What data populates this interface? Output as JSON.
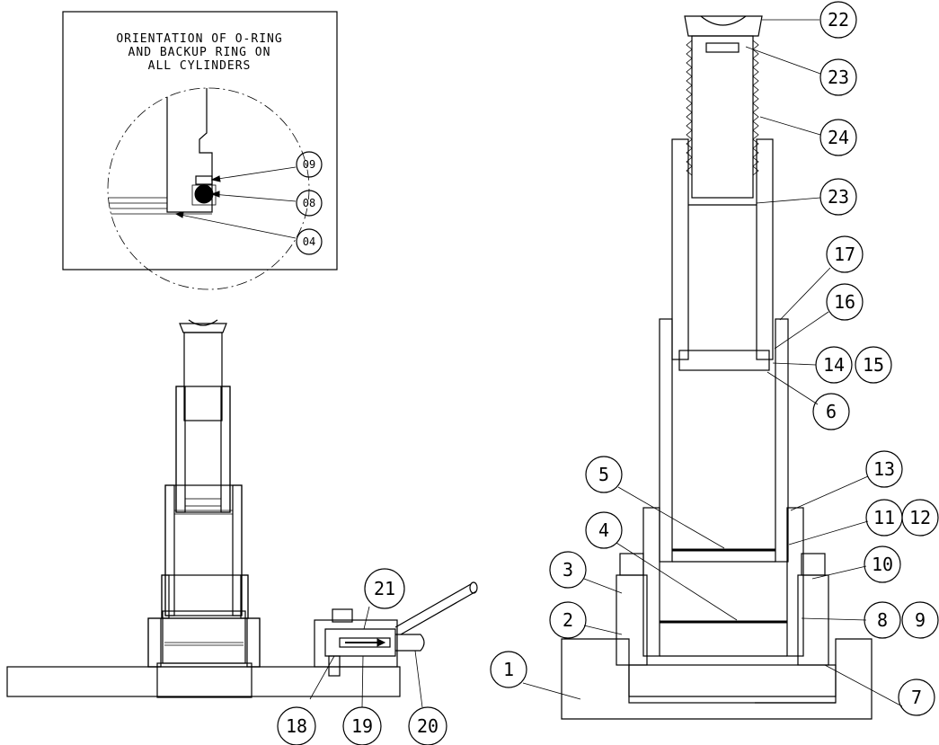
{
  "inset": {
    "title_lines": [
      "ORIENTATION OF O-RING",
      "AND BACKUP RING ON",
      "ALL CYLINDERS"
    ],
    "callouts": [
      "09",
      "08",
      "04"
    ]
  },
  "right_view": {
    "callouts": [
      "22",
      "23",
      "24",
      "23",
      "17",
      "16",
      "14",
      "15",
      "6",
      "5",
      "13",
      "11",
      "12",
      "4",
      "3",
      "10",
      "2",
      "8",
      "9",
      "1",
      "7"
    ]
  },
  "left_view": {
    "callouts": [
      "21",
      "18",
      "19",
      "20"
    ]
  },
  "colors": {
    "line": "#000000",
    "background": "#ffffff"
  }
}
